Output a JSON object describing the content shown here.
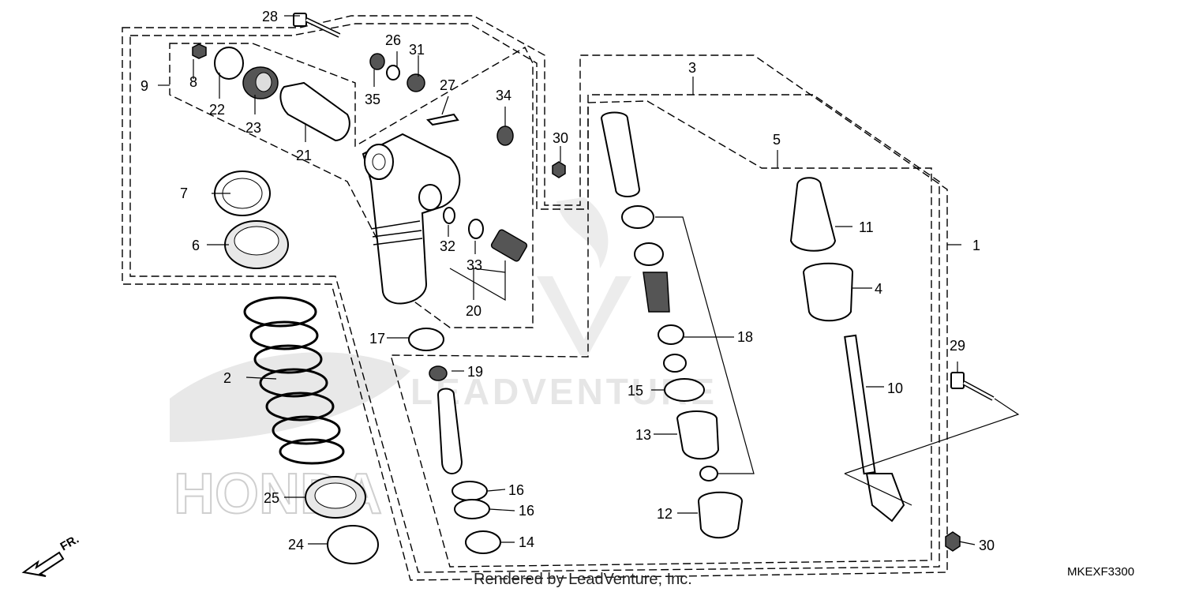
{
  "diagram": {
    "callouts": [
      {
        "id": "c1",
        "label": "1"
      },
      {
        "id": "c2",
        "label": "2"
      },
      {
        "id": "c3",
        "label": "3"
      },
      {
        "id": "c4",
        "label": "4"
      },
      {
        "id": "c5",
        "label": "5"
      },
      {
        "id": "c6",
        "label": "6"
      },
      {
        "id": "c7",
        "label": "7"
      },
      {
        "id": "c8",
        "label": "8"
      },
      {
        "id": "c9",
        "label": "9"
      },
      {
        "id": "c10",
        "label": "10"
      },
      {
        "id": "c11",
        "label": "11"
      },
      {
        "id": "c12",
        "label": "12"
      },
      {
        "id": "c13",
        "label": "13"
      },
      {
        "id": "c14",
        "label": "14"
      },
      {
        "id": "c15",
        "label": "15"
      },
      {
        "id": "c16a",
        "label": "16"
      },
      {
        "id": "c16b",
        "label": "16"
      },
      {
        "id": "c17",
        "label": "17"
      },
      {
        "id": "c18",
        "label": "18"
      },
      {
        "id": "c19",
        "label": "19"
      },
      {
        "id": "c20",
        "label": "20"
      },
      {
        "id": "c21",
        "label": "21"
      },
      {
        "id": "c22",
        "label": "22"
      },
      {
        "id": "c23",
        "label": "23"
      },
      {
        "id": "c24",
        "label": "24"
      },
      {
        "id": "c25",
        "label": "25"
      },
      {
        "id": "c26",
        "label": "26"
      },
      {
        "id": "c27",
        "label": "27"
      },
      {
        "id": "c28",
        "label": "28"
      },
      {
        "id": "c29",
        "label": "29"
      },
      {
        "id": "c30a",
        "label": "30"
      },
      {
        "id": "c30b",
        "label": "30"
      },
      {
        "id": "c31",
        "label": "31"
      },
      {
        "id": "c32",
        "label": "32"
      },
      {
        "id": "c33",
        "label": "33"
      },
      {
        "id": "c34",
        "label": "34"
      },
      {
        "id": "c35",
        "label": "35"
      }
    ],
    "front_label": "FR.",
    "watermark": "LEADVENTURE",
    "watermark_honda": "HONDA",
    "footer": "Rendered by LeadVenture, Inc.",
    "diagram_code": "MKEXF3300"
  }
}
